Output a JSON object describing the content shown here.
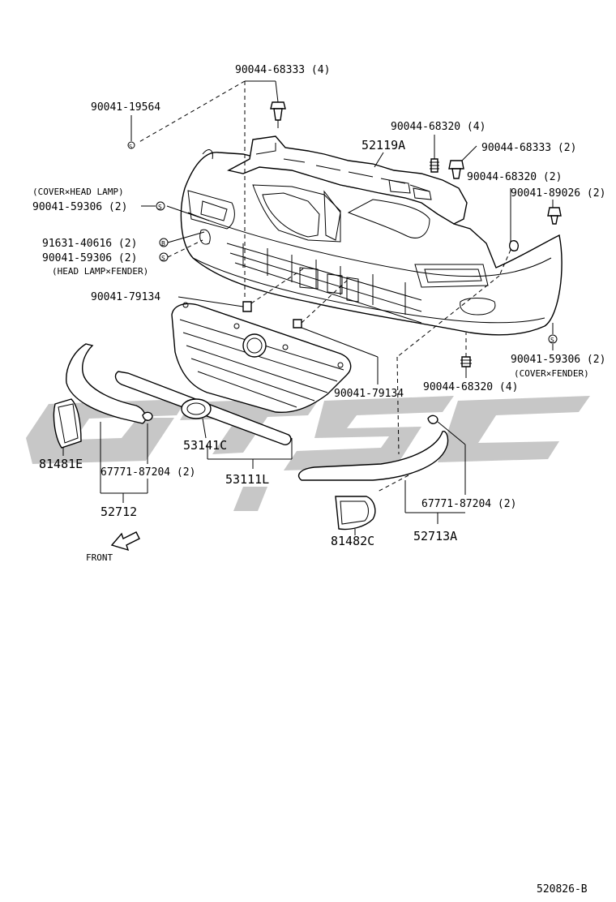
{
  "labels": {
    "p_90044_68333_4": "90044-68333 (4)",
    "p_90041_19564": "90041-19564",
    "p_90044_68320_4_top": "90044-68320 (4)",
    "p_52119A": "52119A",
    "p_90044_68333_2": "90044-68333 (2)",
    "p_90044_68320_2": "90044-68320 (2)",
    "p_90041_89026_2": "90041-89026 (2)",
    "note_cover_head_lamp": "(COVER×HEAD LAMP)",
    "p_90041_59306_2_a": "90041-59306 (2)",
    "p_91631_40616_2": "91631-40616 (2)",
    "p_90041_59306_2_b": "90041-59306 (2)",
    "note_head_lamp_fender": "(HEAD LAMP×FENDER)",
    "p_90041_79134_a": "90041-79134",
    "p_90041_59306_2_c": "90041-59306 (2)",
    "note_cover_fender": "(COVER×FENDER)",
    "p_90041_79134_b": "90041-79134",
    "p_90044_68320_4_bot": "90044-68320 (4)",
    "p_53141C": "53141C",
    "p_81481E": "81481E",
    "p_67771_87204_2_a": "67771-87204 (2)",
    "p_53111L": "53111L",
    "p_52712": "52712",
    "p_67771_87204_2_b": "67771-87204 (2)",
    "p_81482C": "81482C",
    "p_52713A": "52713A",
    "front": "FRONT",
    "diagram_id": "520826-B"
  },
  "symbols": {
    "s": "S",
    "b": "B"
  },
  "colors": {
    "ink": "#000000",
    "watermark": "#bdbdbd",
    "background": "#ffffff"
  }
}
